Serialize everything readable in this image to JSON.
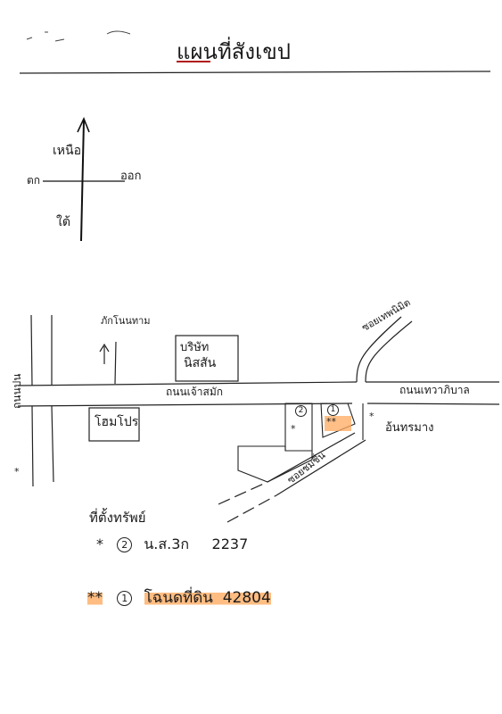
{
  "title": "แผนที่สังเขป",
  "compass": {
    "north": "เหนือ",
    "south": "ใต้",
    "west": "ตก",
    "east": "ออก"
  },
  "roads": {
    "main": "ถนนเจ้าสมัก",
    "right": "ถนนเทวาภิบาล",
    "left": "ถนนปน"
  },
  "labels": {
    "bridge": "ภักโนนทาม",
    "nissan_line1": "บริษัท",
    "nissan_line2": "นิสสัน",
    "home": "โฮมโปร",
    "thara": "อ้นทรมาง",
    "soi_top": "ซอยเทพนิมิต",
    "soi_diag": "ซอยชมชื่น"
  },
  "plots": {
    "plot1_num": "1",
    "plot2_num": "2",
    "plot1_marker": "**",
    "plot2_marker": "*"
  },
  "legend": {
    "heading": "ที่ตั้งทรัพย์",
    "item2_star": "*",
    "item2_num": "2",
    "item2_text": "น.ส.3ก",
    "item2_number": "2237",
    "item1_star": "**",
    "item1_num": "1",
    "item1_text": "โฉนดที่ดิน",
    "item1_number": "42804"
  },
  "colors": {
    "ink": "#1a1a1a",
    "highlight": "#ffaa5f",
    "title_accent": "#b11a1a"
  }
}
